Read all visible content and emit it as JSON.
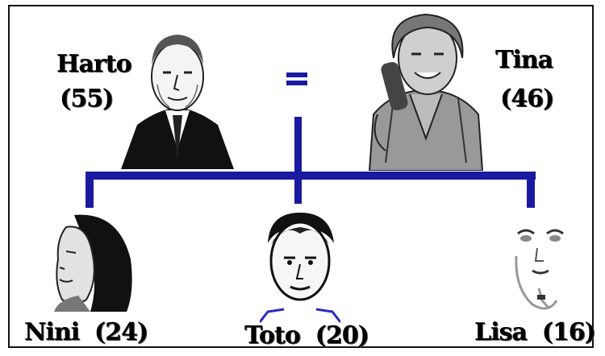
{
  "parents": {
    "father": {
      "name": "Harto",
      "age": "(55)"
    },
    "mother": {
      "name": "Tina",
      "age": "(46)"
    },
    "marriage_symbol": "="
  },
  "children": [
    {
      "name": "Nini",
      "age": "(24)"
    },
    {
      "name": "Toto",
      "age": "(20)"
    },
    {
      "name": "Lisa",
      "age": "(16)"
    }
  ],
  "colors": {
    "tree_line": "#1a1aa0",
    "frame": "#111111"
  }
}
